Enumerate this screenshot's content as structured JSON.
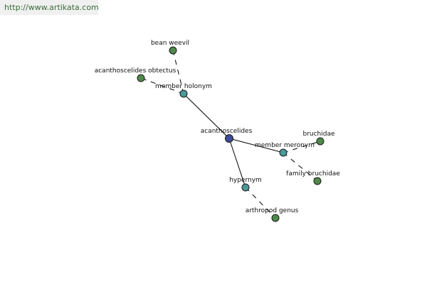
{
  "header": {
    "url_text": "http://www.artikata.com"
  },
  "colors": {
    "root": "#3d4c9a",
    "relation": "#4a9a9a",
    "leaf": "#4f8a4a"
  },
  "graph": {
    "nodes": [
      {
        "id": "root",
        "label": "acanthoscelides",
        "kind": "root"
      },
      {
        "id": "holonym",
        "label": "member holonym",
        "kind": "relation"
      },
      {
        "id": "meronym",
        "label": "member meronym",
        "kind": "relation"
      },
      {
        "id": "hypernym",
        "label": "hypernym",
        "kind": "relation"
      },
      {
        "id": "bean_weevil",
        "label": "bean weevil",
        "kind": "leaf"
      },
      {
        "id": "obtectus",
        "label": "acanthoscelides obtectus",
        "kind": "leaf"
      },
      {
        "id": "bruchidae",
        "label": "bruchidae",
        "kind": "leaf"
      },
      {
        "id": "family_bruchidae",
        "label": "family bruchidae",
        "kind": "leaf"
      },
      {
        "id": "arthropod_genus",
        "label": "arthropod genus",
        "kind": "leaf"
      }
    ],
    "edges": [
      {
        "from": "root",
        "to": "holonym",
        "style": "solid"
      },
      {
        "from": "root",
        "to": "meronym",
        "style": "solid"
      },
      {
        "from": "root",
        "to": "hypernym",
        "style": "solid"
      },
      {
        "from": "holonym",
        "to": "bean_weevil",
        "style": "dashed"
      },
      {
        "from": "holonym",
        "to": "obtectus",
        "style": "dashed"
      },
      {
        "from": "meronym",
        "to": "bruchidae",
        "style": "dashed"
      },
      {
        "from": "meronym",
        "to": "family_bruchidae",
        "style": "dashed"
      },
      {
        "from": "hypernym",
        "to": "arthropod_genus",
        "style": "dashed"
      }
    ]
  }
}
